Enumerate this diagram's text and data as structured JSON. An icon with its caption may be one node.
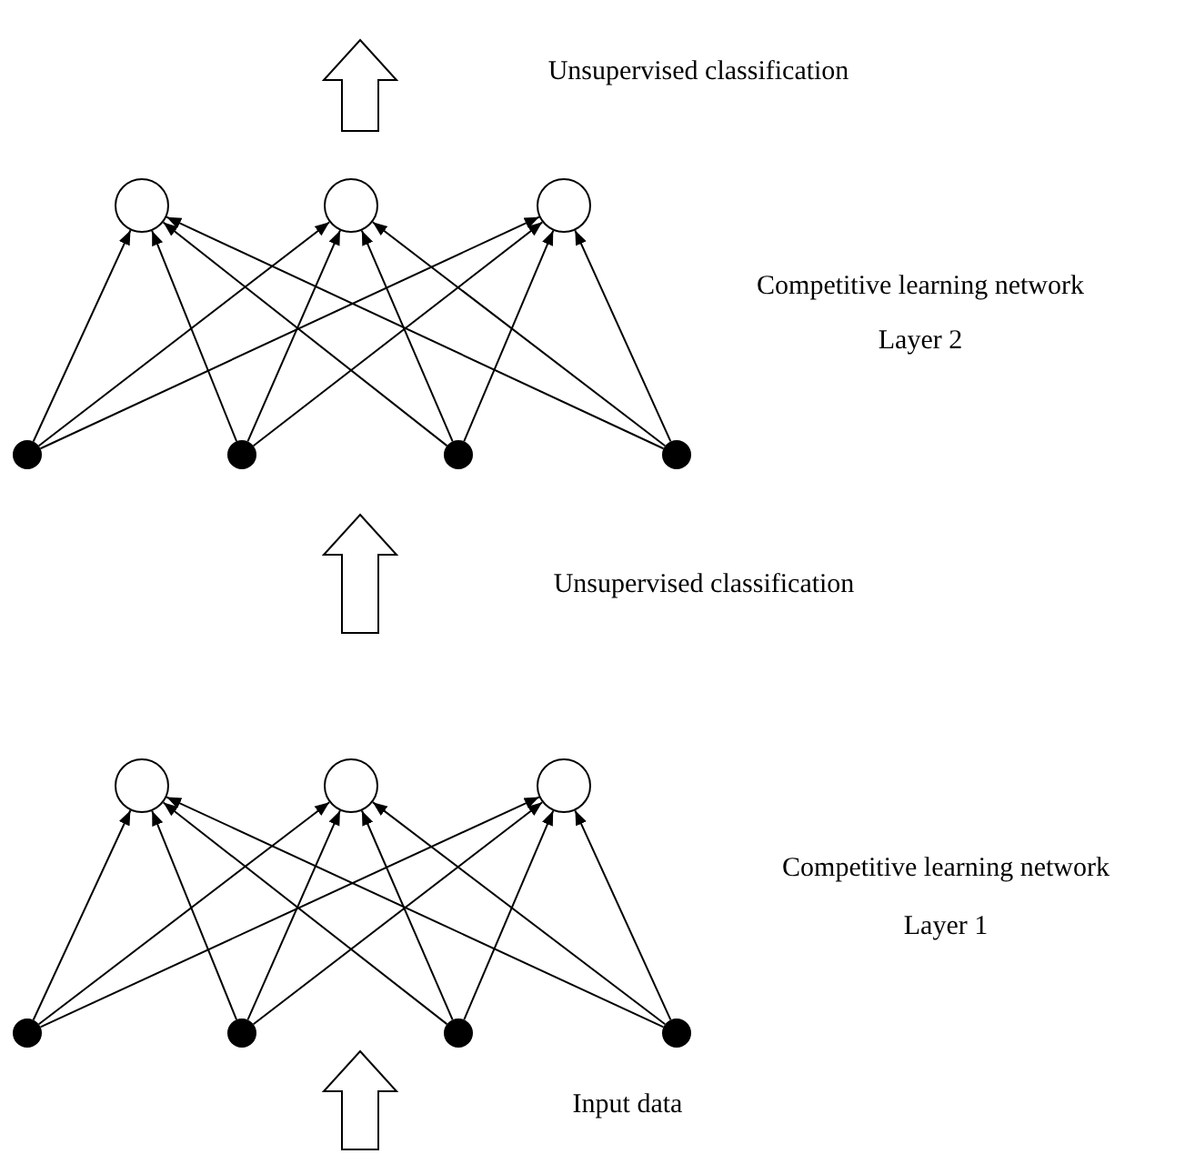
{
  "diagram": {
    "nodes": [
      {
        "text": [],
        "shape": "circle"
      },
      {
        "text": [],
        "shape": "circle"
      },
      {
        "text": [],
        "shape": "circle"
      },
      {
        "text": [],
        "shape": "circle"
      },
      {
        "text": [],
        "shape": "circle"
      },
      {
        "text": [],
        "shape": "circle"
      },
      {
        "text": [],
        "shape": "circle"
      },
      {
        "text": [],
        "shape": "circle"
      },
      {
        "text": [],
        "shape": "circle"
      },
      {
        "text": [],
        "shape": "circle"
      },
      {
        "text": [],
        "shape": "circle"
      },
      {
        "text": [],
        "shape": "circle"
      },
      {
        "text": [],
        "shape": "circle"
      },
      {
        "text": [],
        "shape": "circle"
      }
    ],
    "edges": [
      {
        "from": 3,
        "to": 0,
        "arrow": "to"
      },
      {
        "from": 3,
        "to": 1,
        "arrow": "to"
      },
      {
        "from": 3,
        "to": 2,
        "arrow": "to"
      },
      {
        "from": 4,
        "to": 0,
        "arrow": "to"
      },
      {
        "from": 4,
        "to": 1,
        "arrow": "to"
      },
      {
        "from": 4,
        "to": 2,
        "arrow": "to"
      },
      {
        "from": 5,
        "to": 0,
        "arrow": "to"
      },
      {
        "from": 5,
        "to": 1,
        "arrow": "to"
      },
      {
        "from": 5,
        "to": 2,
        "arrow": "to"
      },
      {
        "from": 6,
        "to": 0,
        "arrow": "to"
      },
      {
        "from": 6,
        "to": 1,
        "arrow": "to"
      },
      {
        "from": 6,
        "to": 2,
        "arrow": "to"
      },
      {
        "from": 10,
        "to": 7,
        "arrow": "to"
      },
      {
        "from": 10,
        "to": 8,
        "arrow": "to"
      },
      {
        "from": 10,
        "to": 9,
        "arrow": "to"
      },
      {
        "from": 11,
        "to": 7,
        "arrow": "to"
      },
      {
        "from": 11,
        "to": 8,
        "arrow": "to"
      },
      {
        "from": 11,
        "to": 9,
        "arrow": "to"
      },
      {
        "from": 12,
        "to": 7,
        "arrow": "to"
      },
      {
        "from": 12,
        "to": 8,
        "arrow": "to"
      },
      {
        "from": 12,
        "to": 9,
        "arrow": "to"
      },
      {
        "from": 13,
        "to": 7,
        "arrow": "to"
      },
      {
        "from": 13,
        "to": 8,
        "arrow": "to"
      },
      {
        "from": 13,
        "to": 9,
        "arrow": "to"
      }
    ],
    "labels": [
      "Unsupervised classification",
      "Competitive learning network",
      "Layer 2",
      "Unsupervised classification",
      "Competitive learning network",
      "Layer 1",
      "Input data"
    ]
  }
}
